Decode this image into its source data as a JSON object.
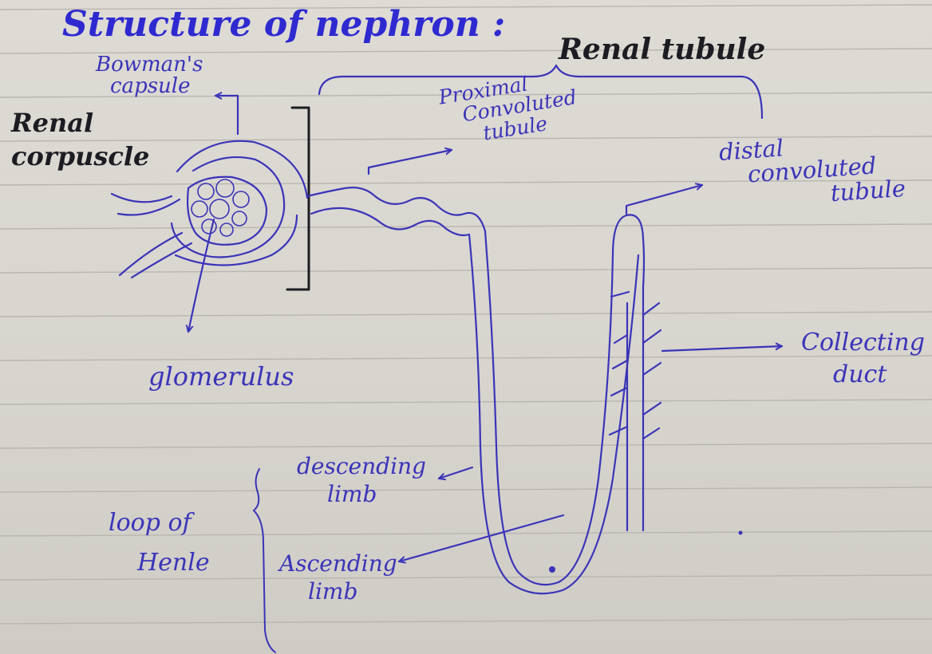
{
  "diagram": {
    "title": "Structure of nephron :",
    "renal_tubule": "Renal tubule",
    "renal_corpuscle": [
      "Renal",
      "corpuscle"
    ],
    "bowmans_capsule": [
      "Bowman's",
      "capsule"
    ],
    "proximal_tubule": [
      "Proximal",
      "Convoluted",
      "tubule"
    ],
    "distal_tubule": [
      "distal",
      "convoluted",
      "tubule"
    ],
    "glomerulus": "glomerulus",
    "collecting_duct": [
      "Collecting",
      "duct"
    ],
    "descending_limb": [
      "descending",
      "limb"
    ],
    "ascending_limb": [
      "Ascending",
      "limb"
    ],
    "loop_of_henle": [
      "loop of",
      "Henle"
    ]
  },
  "colors": {
    "ink": "#3a34b8",
    "dark_ink": "#1c1c22",
    "paper": "#dcd9d3",
    "ruled_line": "#b9b6b0"
  }
}
